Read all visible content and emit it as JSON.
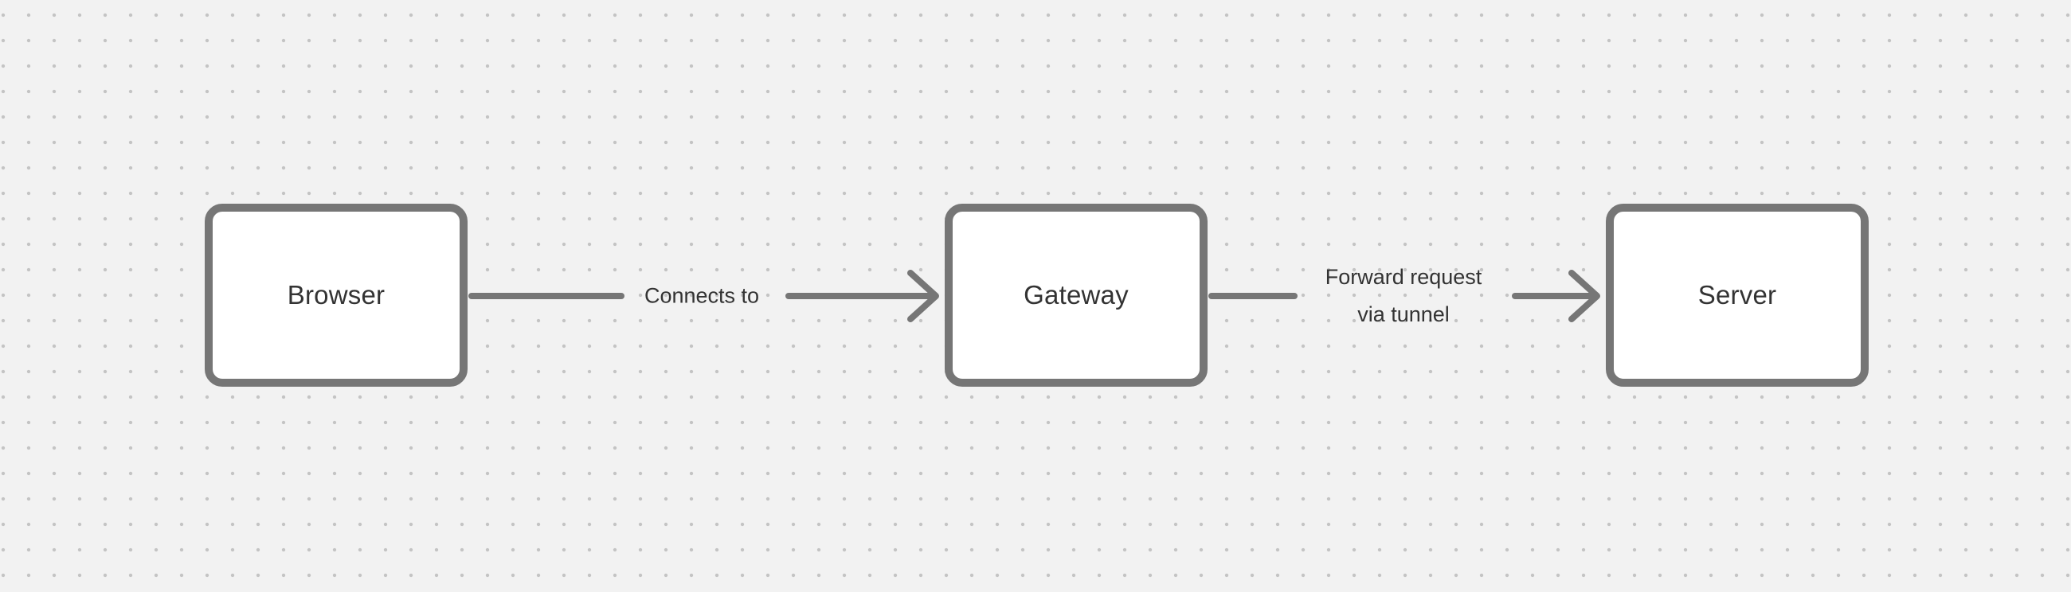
{
  "canvas": {
    "background_color": "#f2f2f2",
    "dot_color": "#c4c4c4"
  },
  "style": {
    "node_fill": "#ffffff",
    "node_border_color": "#767676",
    "connector_color": "#767676",
    "text_color": "#333333"
  },
  "diagram": {
    "type": "flow",
    "nodes": [
      {
        "id": "browser",
        "label": "Browser"
      },
      {
        "id": "gateway",
        "label": "Gateway"
      },
      {
        "id": "server",
        "label": "Server"
      }
    ],
    "connectors": [
      {
        "id": "browser-gateway",
        "from": "Browser",
        "to": "Gateway",
        "label": "Connects to",
        "label_lines": [
          "Connects to"
        ]
      },
      {
        "id": "gateway-server",
        "from": "Gateway",
        "to": "Server",
        "label": "Forward request via tunnel",
        "label_lines": [
          "Forward request",
          "via tunnel"
        ]
      }
    ]
  }
}
